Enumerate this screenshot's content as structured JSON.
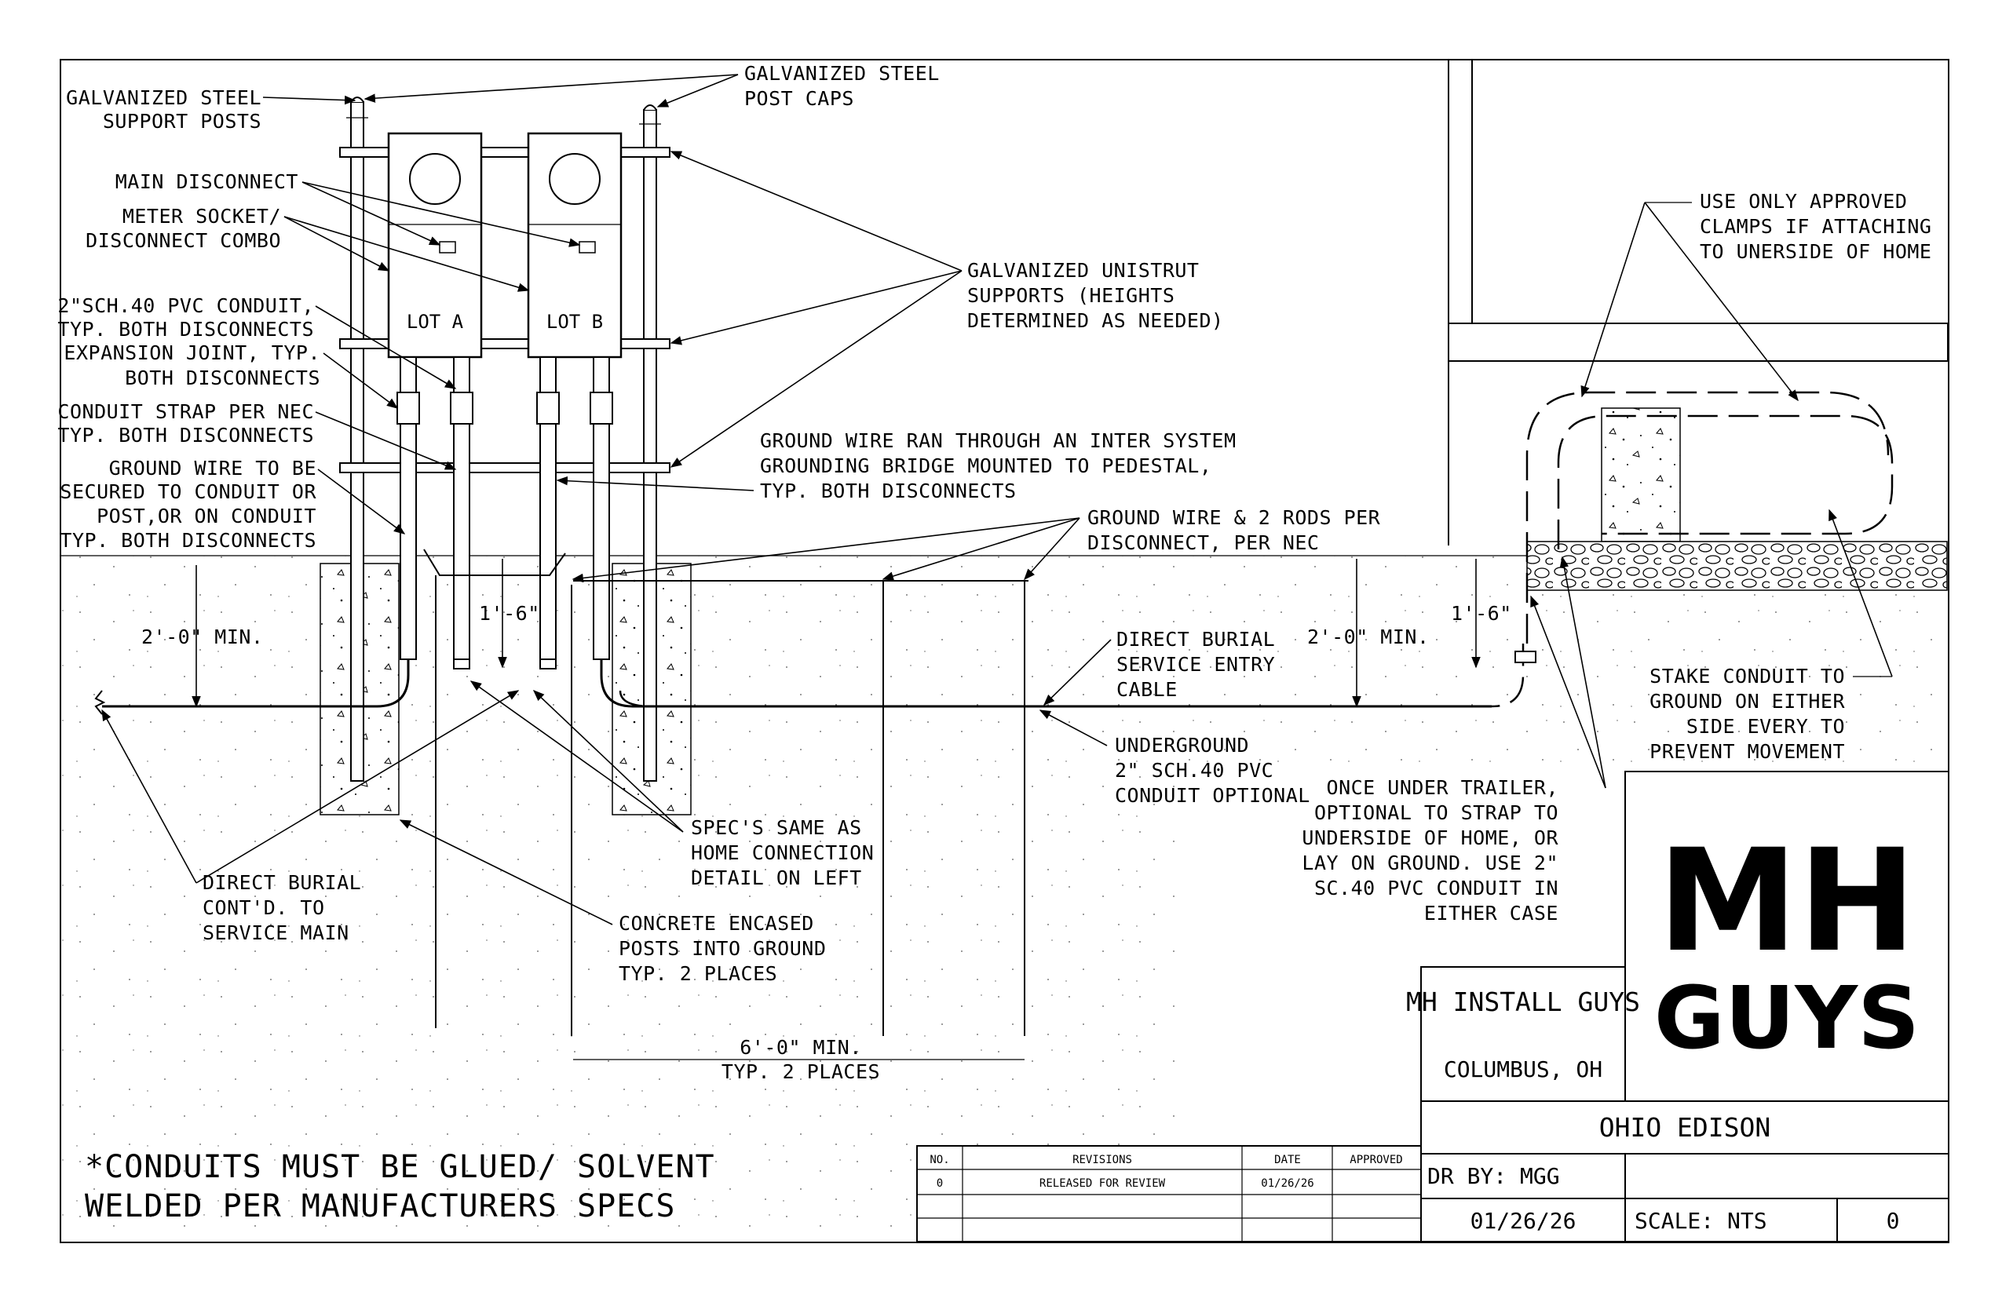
{
  "labels": {
    "galv_posts": [
      "GALVANIZED STEEL",
      "SUPPORT POSTS"
    ],
    "post_caps": [
      "GALVANIZED STEEL",
      "POST CAPS"
    ],
    "main_disconnect": "MAIN DISCONNECT",
    "meter_socket": [
      "METER SOCKET/",
      "DISCONNECT COMBO"
    ],
    "pvc_conduit": [
      "2\"SCH.40 PVC CONDUIT,",
      "TYP. BOTH DISCONNECTS"
    ],
    "expansion_joint": [
      "EXPANSION JOINT, TYP.",
      "BOTH DISCONNECTS"
    ],
    "conduit_strap": [
      "CONDUIT STRAP PER NEC",
      "TYP. BOTH DISCONNECTS"
    ],
    "ground_wire_secured": [
      "GROUND WIRE TO BE",
      "SECURED TO CONDUIT OR",
      "POST,OR ON CONDUIT",
      "TYP. BOTH DISCONNECTS"
    ],
    "unistrut": [
      "GALVANIZED UNISTRUT",
      "SUPPORTS (HEIGHTS",
      "DETERMINED AS NEEDED)"
    ],
    "ground_bridge": [
      "GROUND WIRE RAN THROUGH AN INTER SYSTEM",
      "GROUNDING BRIDGE MOUNTED TO PEDESTAL,",
      "TYP. BOTH DISCONNECTS"
    ],
    "ground_rods": [
      "GROUND WIRE & 2 RODS PER",
      "DISCONNECT, PER NEC"
    ],
    "approved_clamps": [
      "USE ONLY APPROVED",
      "CLAMPS IF ATTACHING",
      "TO UNERSIDE OF HOME"
    ],
    "direct_burial_sec": [
      "DIRECT BURIAL",
      "SERVICE ENTRY",
      "CABLE"
    ],
    "underground_conduit": [
      "UNDERGROUND",
      "2\" SCH.40 PVC",
      "CONDUIT OPTIONAL"
    ],
    "stake_conduit": [
      "STAKE CONDUIT TO",
      "GROUND ON EITHER",
      "SIDE EVERY TO",
      "PREVENT MOVEMENT"
    ],
    "under_trailer": [
      "ONCE UNDER TRAILER,",
      "OPTIONAL TO STRAP TO",
      "UNDERSIDE OF HOME, OR",
      "LAY ON GROUND. USE 2\"",
      "SC.40 PVC CONDUIT IN",
      "EITHER CASE"
    ],
    "specs_same": [
      "SPEC'S SAME AS",
      "HOME CONNECTION",
      "DETAIL ON LEFT"
    ],
    "direct_burial_main": [
      "DIRECT BURIAL",
      "CONT'D. TO",
      "SERVICE MAIN"
    ],
    "concrete_posts": [
      "CONCRETE ENCASED",
      "POSTS INTO GROUND",
      "TYP. 2 PLACES"
    ],
    "lot_a": "LOT A",
    "lot_b": "LOT B"
  },
  "dimensions": {
    "depth_left": "2'-0\" MIN.",
    "depth_right": "2'-0\" MIN.",
    "stub_left": "1'-6\"",
    "stub_right": "1'-6\"",
    "rod_spacing": [
      "6'-0\" MIN.",
      "TYP. 2 PLACES"
    ]
  },
  "note": [
    "*CONDUITS MUST BE GLUED/ SOLVENT",
    "WELDED PER MANUFACTURERS SPECS"
  ],
  "revisions": {
    "headers": [
      "NO.",
      "REVISIONS",
      "DATE",
      "APPROVED"
    ],
    "rows": [
      [
        "0",
        "RELEASED FOR REVIEW",
        "01/26/26",
        ""
      ],
      [
        "",
        "",
        "",
        ""
      ]
    ]
  },
  "title_block": {
    "company": "MH INSTALL GUYS",
    "location": "COLUMBUS, OH",
    "project": "OHIO EDISON",
    "drawn_by": "DR BY: MGG",
    "date": "01/26/26",
    "scale": "SCALE: NTS",
    "sheet": "0",
    "logo_line1": "MH",
    "logo_line2": "GUYS",
    "logo_color": "#2fbf4f"
  }
}
